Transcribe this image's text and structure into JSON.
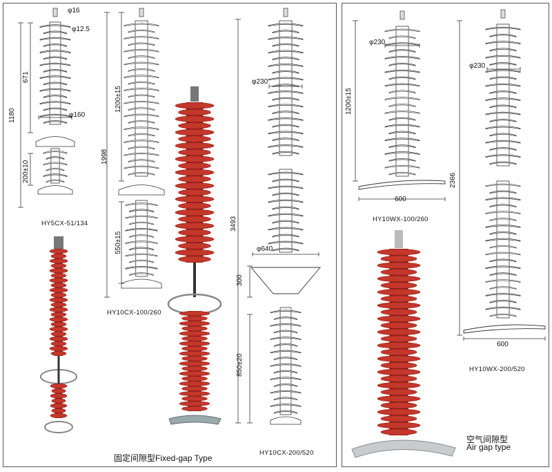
{
  "colors": {
    "insulator_red": "#c4372b",
    "insulator_dark": "#8e2018",
    "drawing": "#333333",
    "panel_border": "#555555"
  },
  "fixed_gap": {
    "title": "固定间隙型Fixed-gap Type",
    "hy5": {
      "model": "HY5CX-51/134",
      "dim_total": "1180",
      "dim_upper": "671",
      "dim_lower": "200±10",
      "dia_top": "φ16",
      "dia_cap": "φ12.5",
      "dia_shed": "φ160"
    },
    "hy10_100": {
      "model": "HY10CX-100/260",
      "dim_total": "1998",
      "dim_upper": "1200±15",
      "dim_lower": "550±15"
    },
    "hy10_200": {
      "model": "HY10CX-200/520",
      "dim_total": "3493",
      "dia_shed": "φ230",
      "dia_ring": "φ640",
      "dim_gap": "300",
      "dim_lower": "850±20"
    }
  },
  "air_gap": {
    "title_cn": "空气间隙型",
    "title_en": "Air gap type",
    "wx100": {
      "model": "HY10WX-100/260",
      "dim_height": "1200±15",
      "dia_shed": "φ230",
      "dim_base": "600"
    },
    "wx200": {
      "model": "HY10WX-200/520",
      "dim_height": "2366",
      "dia_shed": "φ230",
      "dim_base": "600"
    }
  }
}
